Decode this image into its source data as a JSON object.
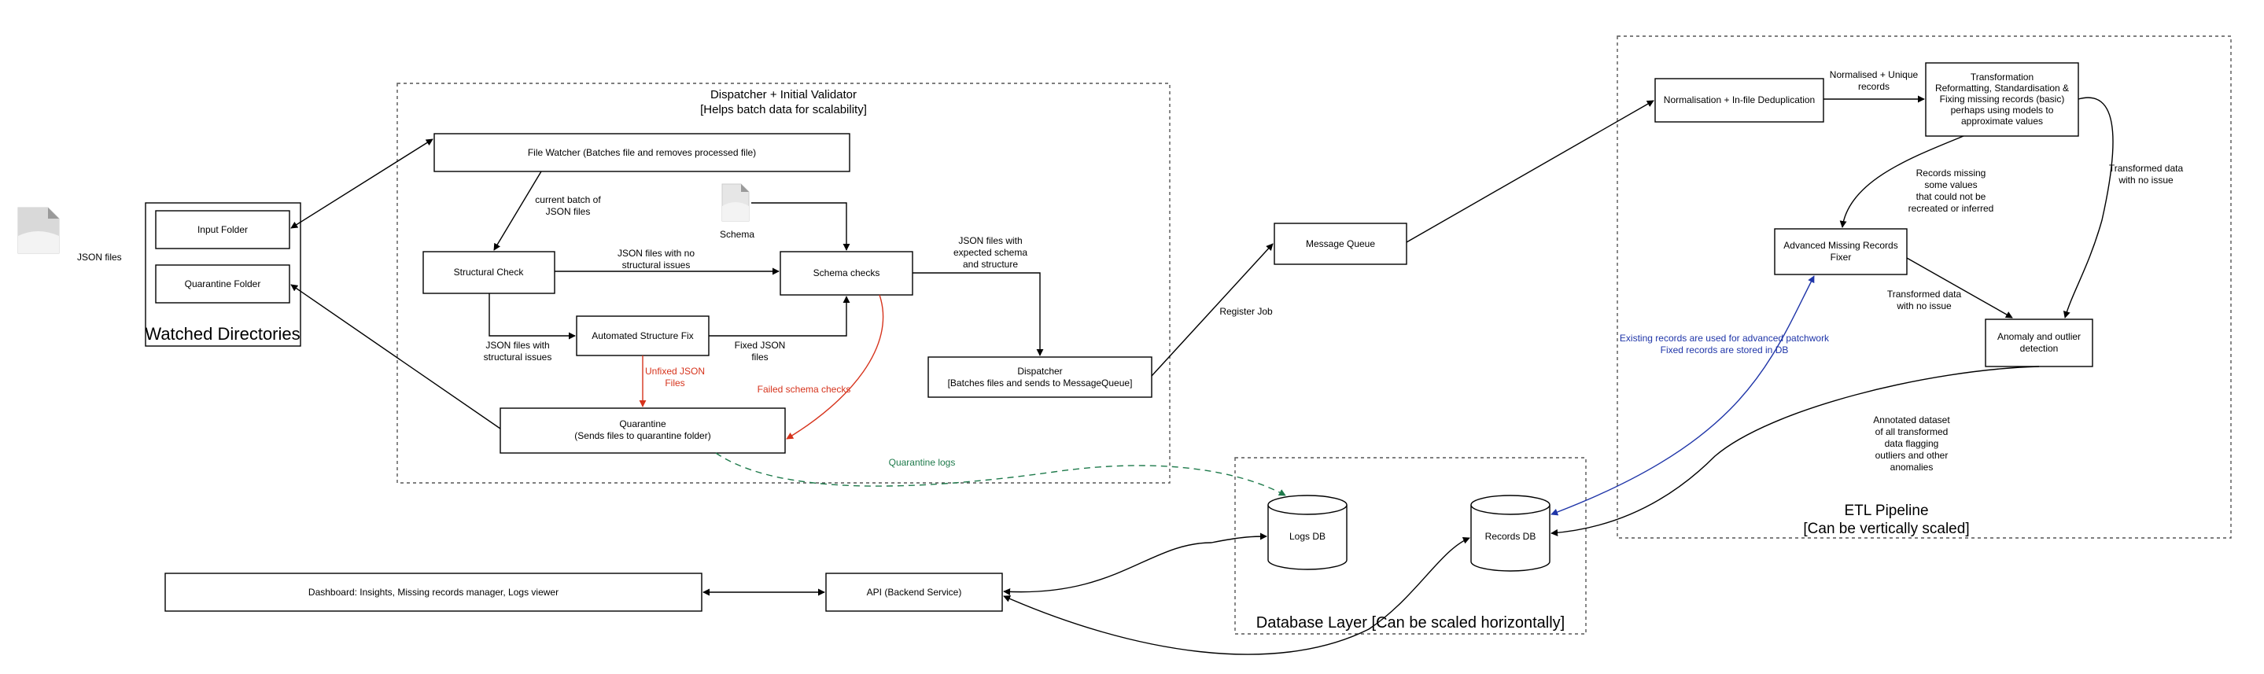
{
  "zones": {
    "watched": "Watched Directories",
    "dispatcher_title": "Dispatcher + Initial Validator",
    "dispatcher_sub": "[Helps batch data for scalability]",
    "database": "Database Layer [Can be scaled horizontally]",
    "etl_title": "ETL Pipeline",
    "etl_sub": "[Can be vertically scaled]"
  },
  "nodes": {
    "json_files_icon_label": "JSON files",
    "input_folder": "Input Folder",
    "quarantine_folder": "Quarantine Folder",
    "file_watcher": "File Watcher (Batches file and removes processed file)",
    "schema_icon_label": "Schema",
    "structural_check": "Structural Check",
    "schema_checks": "Schema checks",
    "automated_fix": "Automated Structure Fix",
    "quarantine_line1": "Quarantine",
    "quarantine_line2": "(Sends files to quarantine folder)",
    "dispatcher_line1": "Dispatcher",
    "dispatcher_line2": "[Batches files and sends to MessageQueue]",
    "message_queue": "Message Queue",
    "normalisation": "Normalisation + In-file Deduplication",
    "transformation": [
      "Transformation",
      "Reformatting, Standardisation &",
      "Fixing missing records (basic)",
      "perhaps using models to",
      "approximate values"
    ],
    "advanced_fixer": [
      "Advanced Missing Records",
      "Fixer"
    ],
    "anomaly": [
      "Anomaly and outlier",
      "detection"
    ],
    "logs_db": "Logs DB",
    "records_db": "Records DB",
    "dashboard": "Dashboard: Insights, Missing records manager, Logs viewer",
    "api": "API (Backend Service)"
  },
  "edge_labels": {
    "current_batch": [
      "current batch of",
      "JSON files"
    ],
    "no_structural": [
      "JSON files with no",
      "structural issues"
    ],
    "with_structural": [
      "JSON files with",
      "structural issues"
    ],
    "fixed_json": [
      "Fixed JSON",
      "files"
    ],
    "unfixed_json": [
      "Unfixed JSON",
      "Files"
    ],
    "failed_schema": "Failed schema checks",
    "expected_schema": [
      "JSON files with",
      "expected schema",
      "and structure"
    ],
    "register_job": "Register Job",
    "normalised_unique": [
      "Normalised + Unique",
      "records"
    ],
    "records_missing": [
      "Records missing",
      "some values",
      "that could not be",
      "recreated or inferred"
    ],
    "transformed_no_issue_right": [
      "Transformed data",
      "with no issue"
    ],
    "transformed_no_issue_mid": [
      "Transformed data",
      "with no issue"
    ],
    "existing_records": [
      "Existing records are used for advanced patchwork",
      "Fixed records are stored in DB"
    ],
    "annotated_dataset": [
      "Annotated dataset",
      "of all transformed",
      "data flagging",
      "outliers and other",
      "anomalies"
    ],
    "quarantine_logs": "Quarantine logs"
  },
  "colors": {
    "red": "#d6331c",
    "blue": "#1f35a8",
    "green": "#1e7a4b"
  }
}
